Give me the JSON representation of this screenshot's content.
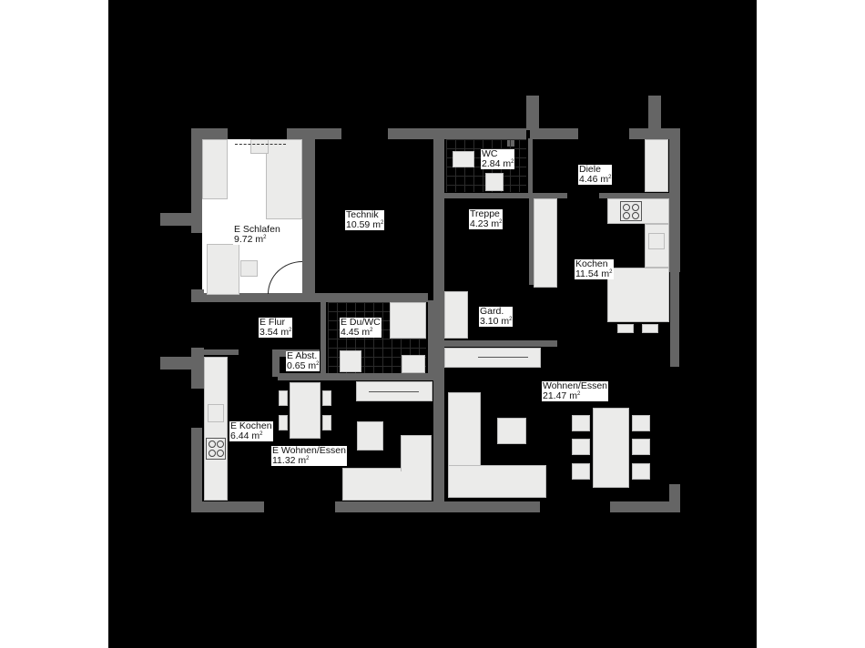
{
  "plan": {
    "colors": {
      "background": "#000000",
      "margin": "#ffffff",
      "wall": "#656565",
      "furniture": "#ebebea",
      "highlighted_room": "#ffffff"
    },
    "highlighted_room": "E Schlafen",
    "rooms": [
      {
        "name": "E Schlafen",
        "area": "9.72 m",
        "unit_sup": "2"
      },
      {
        "name": "Technik",
        "area": "10.59 m",
        "unit_sup": "2"
      },
      {
        "name": "WC",
        "area": "2.84 m",
        "unit_sup": "2"
      },
      {
        "name": "Diele",
        "area": "4.46 m",
        "unit_sup": "2"
      },
      {
        "name": "Treppe",
        "area": "4.23 m",
        "unit_sup": "2"
      },
      {
        "name": "Kochen",
        "area": "11.54 m",
        "unit_sup": "2"
      },
      {
        "name": "Gard.",
        "area": "3.10 m",
        "unit_sup": "2"
      },
      {
        "name": "E Flur",
        "area": "3.54 m",
        "unit_sup": "2"
      },
      {
        "name": "E Du/WC",
        "area": "4.45 m",
        "unit_sup": "2"
      },
      {
        "name": "E Abst.",
        "area": "0.65 m",
        "unit_sup": "2"
      },
      {
        "name": "E Kochen",
        "area": "6.44 m",
        "unit_sup": "2"
      },
      {
        "name": "E Wohnen/Essen",
        "area": "11.32 m",
        "unit_sup": "2"
      },
      {
        "name": "Wohnen/Essen",
        "area": "21.47 m",
        "unit_sup": "2"
      }
    ]
  }
}
